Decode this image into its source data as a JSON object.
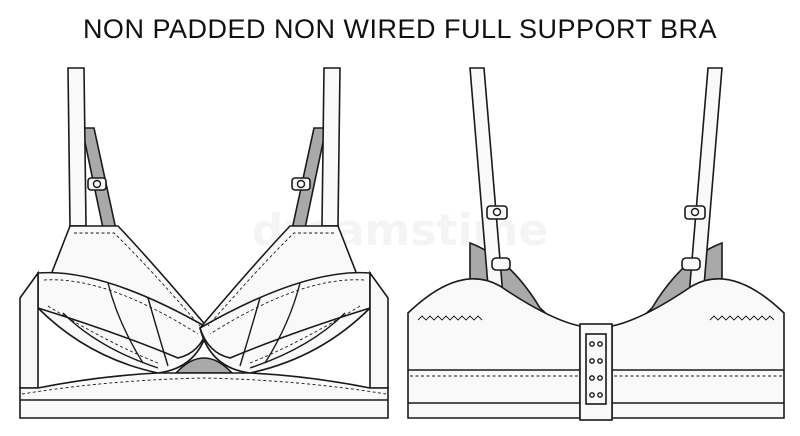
{
  "title": "NON PADDED NON WIRED FULL SUPPORT BRA",
  "watermark": "dreamstime",
  "views": [
    {
      "name": "front-view"
    },
    {
      "name": "back-view"
    }
  ],
  "colors": {
    "fabric": "#f9f9f9",
    "shade": "#a9a9a9",
    "outline": "#1a1a1a"
  }
}
